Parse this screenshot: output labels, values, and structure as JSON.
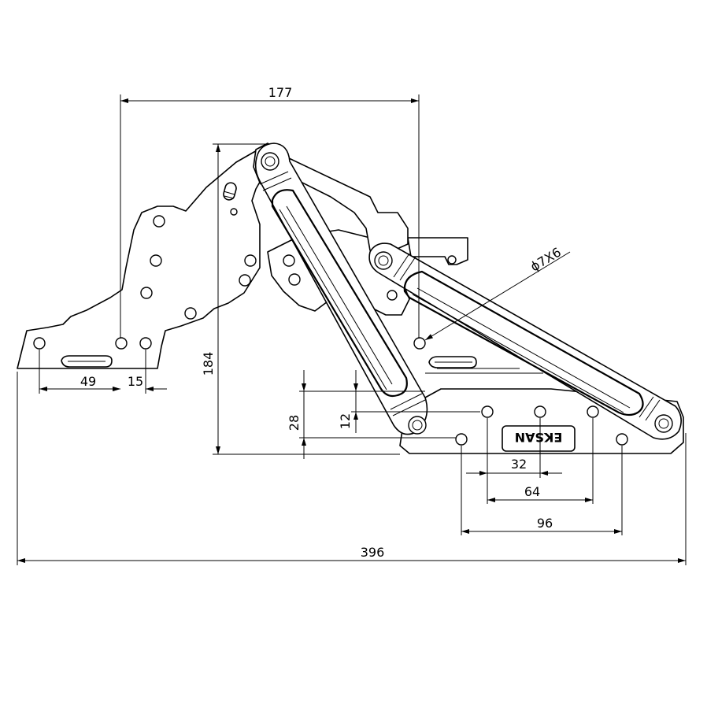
{
  "dimensions": {
    "top_width": "177",
    "height_total": "184",
    "offset_28": "28",
    "offset_12": "12",
    "spacing_49": "49",
    "spacing_15": "15",
    "spacing_32": "32",
    "spacing_64": "64",
    "spacing_96": "96",
    "overall_width": "396",
    "hole_spec": "ϕ7X6"
  },
  "brand": "EKSAN"
}
